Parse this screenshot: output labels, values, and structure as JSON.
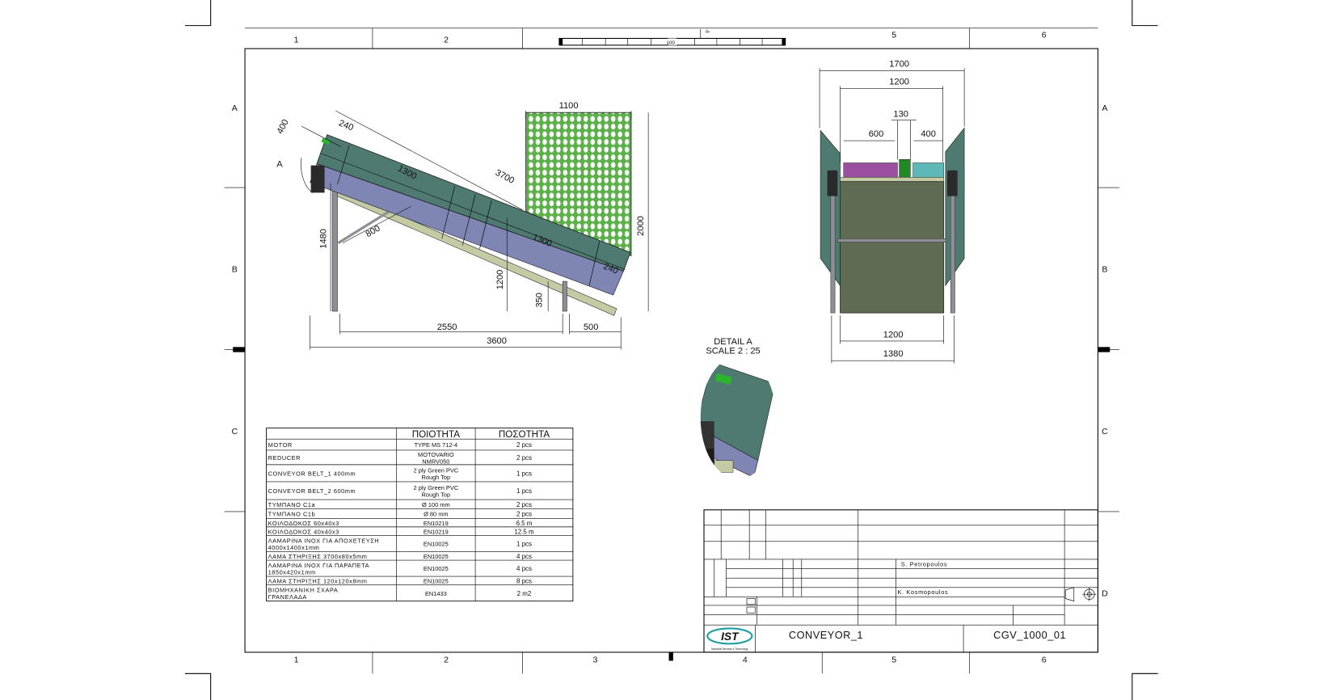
{
  "sheet": {
    "zones_top": [
      "1",
      "2",
      "5",
      "6"
    ],
    "zones_bottom": [
      "1",
      "2",
      "3",
      "4",
      "5",
      "6"
    ],
    "zones_rows": [
      "A",
      "B",
      "C",
      "D"
    ],
    "scale_bar_label": "100",
    "scale_bar_note": "б•"
  },
  "side_view": {
    "dims": {
      "overall_length": "3600",
      "leg_span": "2550",
      "overhang": "500",
      "left_height": "1480",
      "mid_height": "1200",
      "right_leg_height": "350",
      "total_height": "2000",
      "grid_width": "1100",
      "belt_length": "3700",
      "section_1": "1300",
      "section_2": "1300",
      "end_1": "240",
      "end_2": "240",
      "width_top": "400",
      "brace": "800"
    },
    "detail_callout": "A"
  },
  "front_view": {
    "dims": {
      "overall_width": "1700",
      "inner_width": "1200",
      "gap": "130",
      "belt_2": "600",
      "belt_1": "400",
      "base_width": "1200",
      "leg_width": "1380"
    }
  },
  "detail": {
    "title": "DETAIL A",
    "scale": "SCALE 2 : 25"
  },
  "colors": {
    "teal": "#4f7a72",
    "blue": "#7f86b3",
    "olive": "#c4cba4",
    "grid_green": "#5cb04a",
    "box": "#5f6b52",
    "purple": "#9a4fa0",
    "cyan": "#5fb8b8"
  },
  "bom": {
    "headers": [
      "",
      "ΠΟΙΟΤΗΤΑ",
      "ΠΟΣΟΤΗΤΑ"
    ],
    "rows": [
      {
        "item": [
          "MOTOR"
        ],
        "spec": [
          "TYPE MS 712-4"
        ],
        "qty": "2 pcs"
      },
      {
        "item": [
          "REDUCER"
        ],
        "spec": [
          "MOTOVARIO",
          "NMRV050"
        ],
        "qty": "2 pcs"
      },
      {
        "item": [
          "CONVEYOR BELT_1   400mm"
        ],
        "spec": [
          "2 ply Green PVC",
          "Rough Top"
        ],
        "qty": "1 pcs"
      },
      {
        "item": [
          "CONVEYOR BELT_2   600mm"
        ],
        "spec": [
          "2 ply Green PVC",
          "Rough Top"
        ],
        "qty": "1 pcs"
      },
      {
        "item": [
          "ΤΥΜΠΑΝΟ C1a"
        ],
        "spec": [
          "Ø 100 mm"
        ],
        "qty": "2 pcs"
      },
      {
        "item": [
          "ΤΥΜΠΑΝΟ C1b"
        ],
        "spec": [
          "Ø 80 mm"
        ],
        "qty": "2 pcs"
      },
      {
        "item": [
          "ΚΟΙΛΟΔΟΚΟΣ 60x40x3"
        ],
        "spec": [
          "EN10219"
        ],
        "qty": "6.5 m"
      },
      {
        "item": [
          "ΚΟΙΛΟΔΟΚΟΣ 40x40x3"
        ],
        "spec": [
          "EN10219"
        ],
        "qty": "12.5 m"
      },
      {
        "item": [
          "ΛΑΜΑΡΙΝΑ ΙΝΟΧ ΓΙΑ ΑΠΟΧΕΤΕΥΣΗ",
          "4000x1400x1mm"
        ],
        "spec": [
          "EN10025"
        ],
        "qty": "1 pcs"
      },
      {
        "item": [
          "ΛΑΜΑ ΣΤΗΡΙΞΗΣ  3700x80x5mm"
        ],
        "spec": [
          "EN10025"
        ],
        "qty": "4 pcs"
      },
      {
        "item": [
          "ΛΑΜΑΡΙΝΑ ΙΝΟΧ ΓΙΑ ΠΑΡΑΠΕΤΑ",
          "1850x420x1mm"
        ],
        "spec": [
          "EN10025"
        ],
        "qty": "4 pcs"
      },
      {
        "item": [
          "ΛΑΜΑ ΣΤΗΡΙΞΗΣ  120x120x8mm"
        ],
        "spec": [
          "EN10025"
        ],
        "qty": "8 pcs"
      },
      {
        "item": [
          "ΒΙΟΜΗΧΑΝΙΚΗ ΣΧΑΡΑ",
          "ΓΡΑΝΕΛΑΔΑ"
        ],
        "spec": [
          "EN1433"
        ],
        "qty": "2 m2"
      }
    ]
  },
  "title_block": {
    "drawn_by": "S. Petropoulos",
    "approved_by": "K. Kosmopoulos",
    "title": "CONVEYOR_1",
    "drawing_no": "CGV_1000_01",
    "logo_text": "IST",
    "logo_tagline": "Industrial Services & Technology"
  }
}
